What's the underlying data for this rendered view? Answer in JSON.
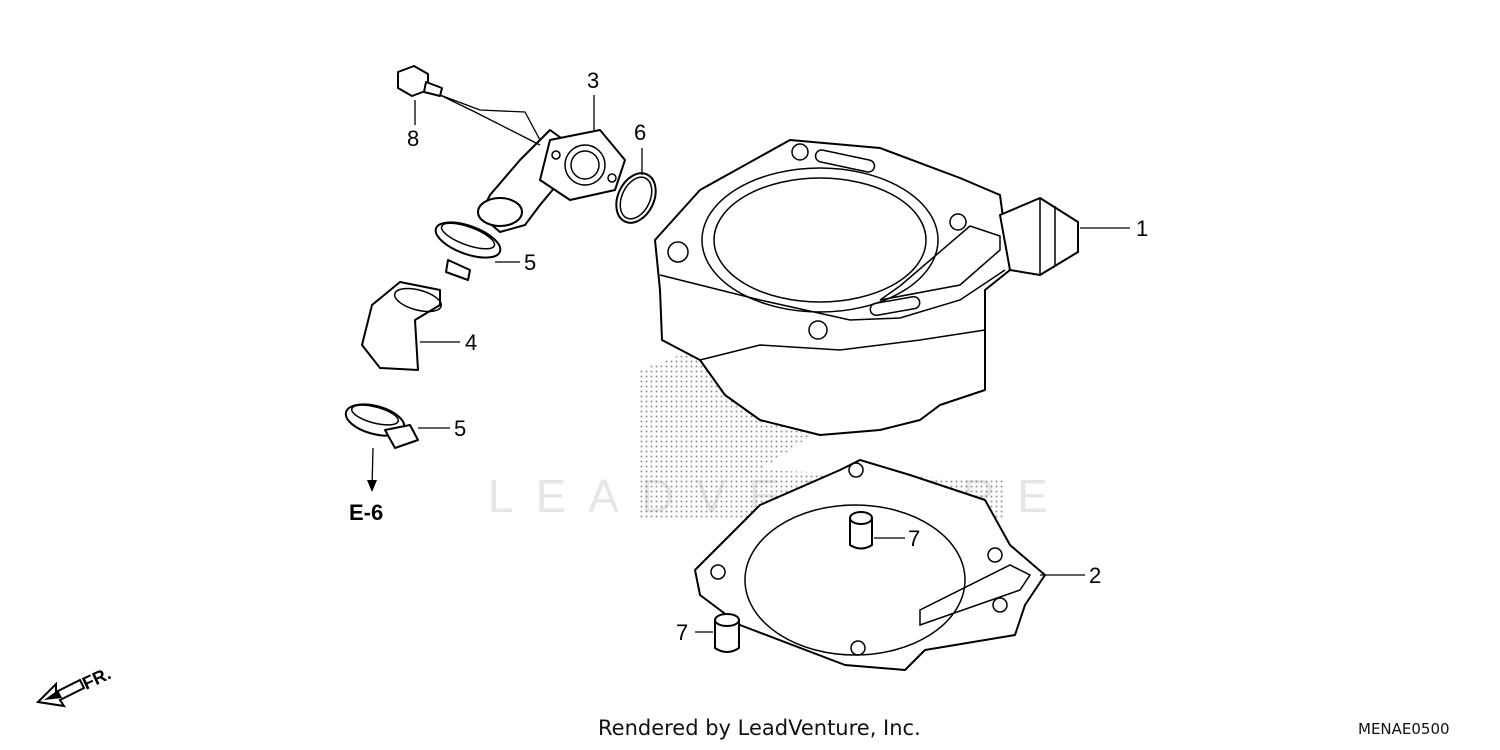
{
  "watermark": "LEADVENTURE",
  "callouts": {
    "c1": "1",
    "c2": "2",
    "c3": "3",
    "c4": "4",
    "c5a": "5",
    "c5b": "5",
    "c6": "6",
    "c7a": "7",
    "c7b": "7",
    "c8": "8"
  },
  "reference": "E-6",
  "direction": "FR.",
  "footer": {
    "rendered_by": "Rendered by LeadVenture, Inc.",
    "code": "MENAE0500"
  }
}
